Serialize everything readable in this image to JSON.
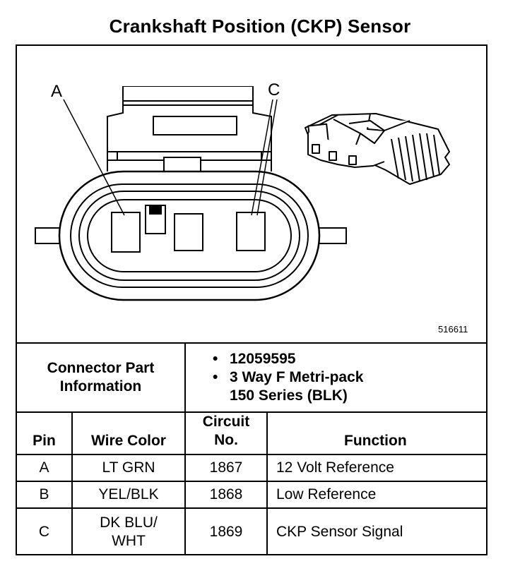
{
  "title": "Crankshaft Position (CKP) Sensor",
  "diagram": {
    "label_a": "A",
    "label_c": "C",
    "figure_number": "516611"
  },
  "connector_info": {
    "label_line1": "Connector Part",
    "label_line2": "Information",
    "part_number": "12059595",
    "description_line1": "3 Way F Metri-pack",
    "description_line2": "150 Series (BLK)"
  },
  "table": {
    "headers": {
      "pin": "Pin",
      "wire_color": "Wire Color",
      "circuit_line1": "Circuit",
      "circuit_line2": "No.",
      "function": "Function"
    },
    "rows": [
      {
        "pin": "A",
        "wire_line1": "LT GRN",
        "wire_line2": "",
        "circuit": "1867",
        "function": "12 Volt Reference"
      },
      {
        "pin": "B",
        "wire_line1": "YEL/BLK",
        "wire_line2": "",
        "circuit": "1868",
        "function": "Low Reference"
      },
      {
        "pin": "C",
        "wire_line1": "DK BLU/",
        "wire_line2": "WHT",
        "circuit": "1869",
        "function": "CKP Sensor Signal"
      }
    ]
  }
}
